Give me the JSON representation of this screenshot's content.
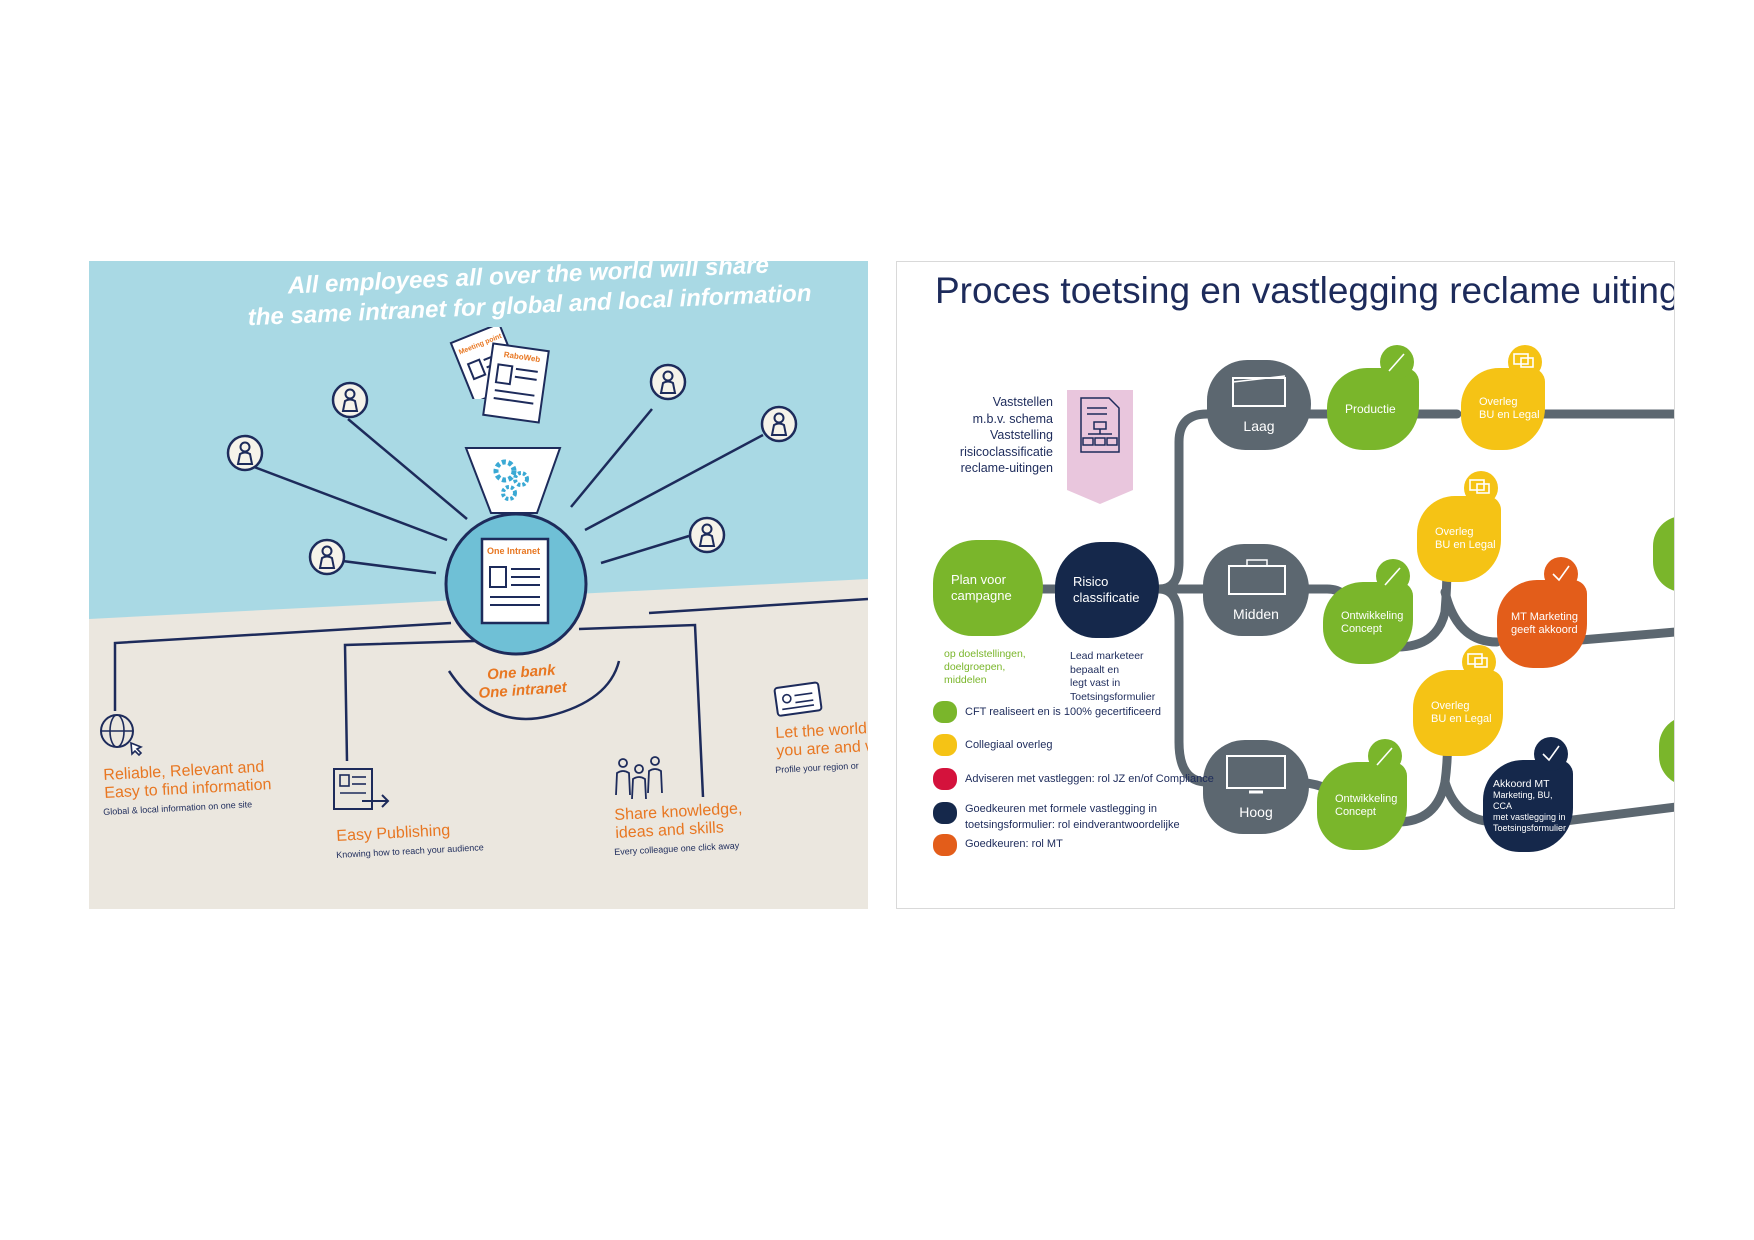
{
  "left": {
    "headline_line1": "All employees all over the world will share",
    "headline_line2": "the same intranet for global and local information",
    "doc1_label": "Meeting point",
    "doc2_label": "RaboWeb",
    "hub_doc_label": "One Intranet",
    "hub_caption_line1": "One bank",
    "hub_caption_line2": "One intranet",
    "features": [
      {
        "title_line1": "Reliable, Relevant and",
        "title_line2": "Easy to find information",
        "subtitle": "Global & local information on one site",
        "icon": "globe-cursor-icon"
      },
      {
        "title_line1": "Easy Publishing",
        "title_line2": "",
        "subtitle": "Knowing how to reach your audience",
        "icon": "publish-document-icon"
      },
      {
        "title_line1": "Share knowledge,",
        "title_line2": "ideas and skills",
        "subtitle": "Every colleague one click away",
        "icon": "people-group-icon"
      },
      {
        "title_line1": "Let the world",
        "title_line2": "you are and w",
        "subtitle": "Profile your region or",
        "icon": "profile-card-icon"
      }
    ],
    "colors": {
      "sky": "#a9d9e4",
      "ground": "#ebe7df",
      "navy": "#1d2b5b",
      "orange": "#e87722",
      "hub": "#6fc0d6"
    }
  },
  "right": {
    "title": "Proces toetsing en vastlegging reclame uitinge",
    "schema_lines": [
      "Vaststellen",
      "m.b.v. schema",
      "Vaststelling",
      "risicoclassificatie",
      "reclame-uitingen"
    ],
    "plan_label_1": "Plan voor",
    "plan_label_2": "campagne",
    "plan_note_lines": [
      "op doelstellingen,",
      "doelgroepen,",
      "middelen"
    ],
    "risk_label_1": "Risico",
    "risk_label_2": "classificatie",
    "risk_note_lines": [
      "Lead marketeer",
      "bepaalt en",
      "legt vast in",
      "Toetsingsformulier"
    ],
    "levels": {
      "low": "Laag",
      "mid": "Midden",
      "high": "Hoog"
    },
    "steps": {
      "productie": "Productie",
      "overleg_line1": "Overleg",
      "overleg_line2": "BU en Legal",
      "ontwikkeling_line1": "Ontwikkeling",
      "ontwikkeling_line2": "Concept",
      "mt_line1": "MT Marketing",
      "mt_line2": "geeft akkoord",
      "akkoord_lines": [
        "Akkoord MT",
        "Marketing, BU, CCA",
        "met vastlegging in",
        "Toetsingsformulier"
      ]
    },
    "legend": [
      {
        "color": "#7ab62b",
        "label": "CFT realiseert en is 100% gecertificeerd"
      },
      {
        "color": "#f5c315",
        "label": "Collegiaal overleg"
      },
      {
        "color": "#d4123c",
        "label": "Adviseren met vastleggen: rol JZ en/of Compliance"
      },
      {
        "color": "#15284b",
        "label_line1": "Goedkeuren met formele vastlegging in",
        "label_line2": "toetsingsformulier: rol eindverantwoordelijke"
      },
      {
        "color": "#e35d1a",
        "label": "Goedkeuren: rol MT"
      }
    ],
    "colors": {
      "green": "#7ab62b",
      "yellow": "#f5c315",
      "navy": "#15284b",
      "grey": "#5c6770",
      "orange": "#e35d1a",
      "pink": "#e9c6dd"
    }
  }
}
